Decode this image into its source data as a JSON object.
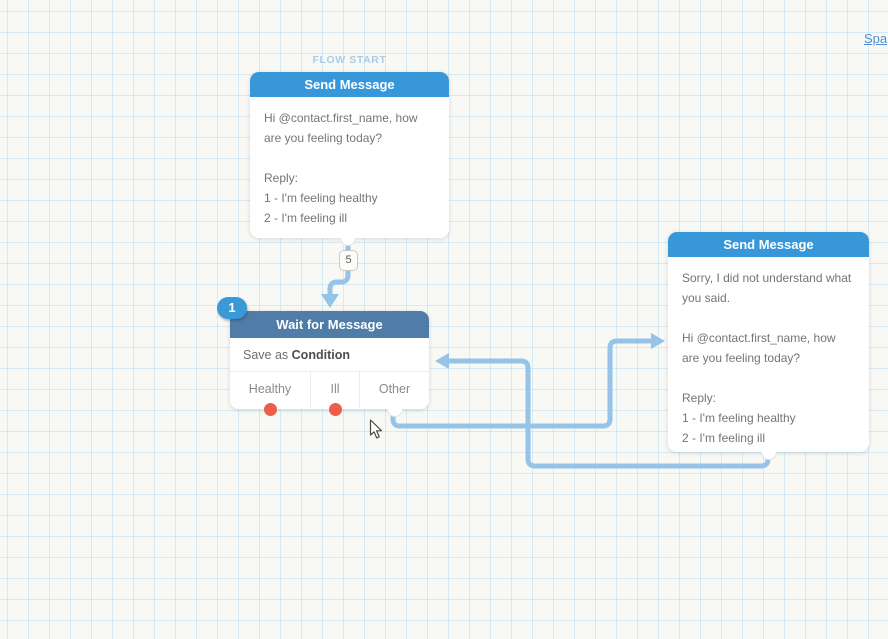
{
  "canvas": {
    "flow_start_label": "FLOW START",
    "language_link": "Spa"
  },
  "nodes": {
    "send1": {
      "title": "Send Message",
      "body_lines": [
        "Hi @contact.first_name, how",
        "are you feeling today?",
        "",
        "Reply:",
        "1 - I'm feeling healthy",
        "2 - I'm feeling ill"
      ],
      "exit_count_badge": "5"
    },
    "wait": {
      "activity_badge": "1",
      "title": "Wait for Message",
      "save_prefix": "Save as",
      "save_value": "Condition",
      "categories": [
        "Healthy",
        "Ill",
        "Other"
      ]
    },
    "send2": {
      "title": "Send Message",
      "body_lines": [
        "Sorry, I did not understand what",
        "you said.",
        "",
        "Hi @contact.first_name, how",
        "are you feeling today?",
        "",
        "Reply:",
        "1 - I'm feeling healthy",
        "2 - I'm feeling ill"
      ]
    }
  },
  "colors": {
    "send_header": "#3897d9",
    "wait_header": "#507ca8",
    "badge_blue": "#3b99d8",
    "connector": "#95c4e8",
    "activity_dot": "#ed5f4a",
    "flow_start": "#a9cde9",
    "link": "#4a90d2",
    "body_text": "#757575",
    "grid_line": "#d8eaf8",
    "background": "#f8f8f5"
  },
  "icons": {
    "exit_port": "exit-port (white semicircle socket)",
    "activity_dot": "red activity dot",
    "connector_arrow": "light blue flow arrow",
    "mouse_cursor": "arrow pointer"
  }
}
